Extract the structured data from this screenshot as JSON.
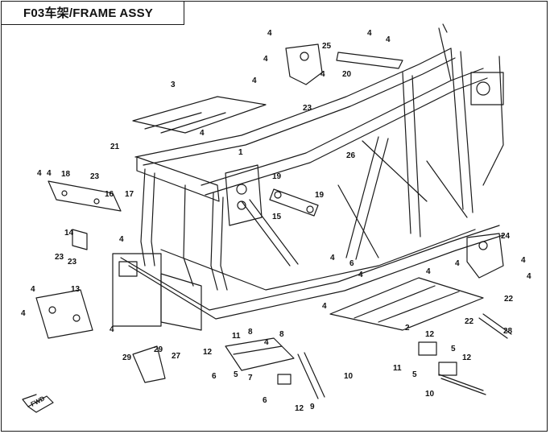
{
  "title": "F03车架/FRAME ASSY",
  "fwd_label": "FWD",
  "colors": {
    "line": "#1a1a1a",
    "background": "#ffffff"
  },
  "callouts": [
    {
      "id": "c1",
      "label": "1"
    },
    {
      "id": "c2",
      "label": "2"
    },
    {
      "id": "c3",
      "label": "3"
    },
    {
      "id": "c4a",
      "label": "4"
    },
    {
      "id": "c4b",
      "label": "4"
    },
    {
      "id": "c4c",
      "label": "4"
    },
    {
      "id": "c4d",
      "label": "4"
    },
    {
      "id": "c4e",
      "label": "4"
    },
    {
      "id": "c4f",
      "label": "4"
    },
    {
      "id": "c4g",
      "label": "4"
    },
    {
      "id": "c4h",
      "label": "4"
    },
    {
      "id": "c4i",
      "label": "4"
    },
    {
      "id": "c4j",
      "label": "4"
    },
    {
      "id": "c4k",
      "label": "4"
    },
    {
      "id": "c4l",
      "label": "4"
    },
    {
      "id": "c4m",
      "label": "4"
    },
    {
      "id": "c4n",
      "label": "4"
    },
    {
      "id": "c4o",
      "label": "4"
    },
    {
      "id": "c4p",
      "label": "4"
    },
    {
      "id": "c4q",
      "label": "4"
    },
    {
      "id": "c4r",
      "label": "4"
    },
    {
      "id": "c4s",
      "label": "4"
    },
    {
      "id": "c4t",
      "label": "4"
    },
    {
      "id": "c4u",
      "label": "4"
    },
    {
      "id": "c5a",
      "label": "5"
    },
    {
      "id": "c5b",
      "label": "5"
    },
    {
      "id": "c5c",
      "label": "5"
    },
    {
      "id": "c6a",
      "label": "6"
    },
    {
      "id": "c6b",
      "label": "6"
    },
    {
      "id": "c6c",
      "label": "6"
    },
    {
      "id": "c7",
      "label": "7"
    },
    {
      "id": "c8a",
      "label": "8"
    },
    {
      "id": "c8b",
      "label": "8"
    },
    {
      "id": "c9",
      "label": "9"
    },
    {
      "id": "c10a",
      "label": "10"
    },
    {
      "id": "c10b",
      "label": "10"
    },
    {
      "id": "c11a",
      "label": "11"
    },
    {
      "id": "c11b",
      "label": "11"
    },
    {
      "id": "c12a",
      "label": "12"
    },
    {
      "id": "c12b",
      "label": "12"
    },
    {
      "id": "c12c",
      "label": "12"
    },
    {
      "id": "c12d",
      "label": "12"
    },
    {
      "id": "c13",
      "label": "13"
    },
    {
      "id": "c14",
      "label": "14"
    },
    {
      "id": "c15",
      "label": "15"
    },
    {
      "id": "c16",
      "label": "16"
    },
    {
      "id": "c17",
      "label": "17"
    },
    {
      "id": "c18",
      "label": "18"
    },
    {
      "id": "c19a",
      "label": "19"
    },
    {
      "id": "c19b",
      "label": "19"
    },
    {
      "id": "c20",
      "label": "20"
    },
    {
      "id": "c21",
      "label": "21"
    },
    {
      "id": "c22a",
      "label": "22"
    },
    {
      "id": "c22b",
      "label": "22"
    },
    {
      "id": "c23a",
      "label": "23"
    },
    {
      "id": "c23b",
      "label": "23"
    },
    {
      "id": "c23c",
      "label": "23"
    },
    {
      "id": "c23d",
      "label": "23"
    },
    {
      "id": "c24",
      "label": "24"
    },
    {
      "id": "c25",
      "label": "25"
    },
    {
      "id": "c26",
      "label": "26"
    },
    {
      "id": "c27",
      "label": "27"
    },
    {
      "id": "c28",
      "label": "28"
    },
    {
      "id": "c29a",
      "label": "29"
    },
    {
      "id": "c29b",
      "label": "29"
    }
  ]
}
